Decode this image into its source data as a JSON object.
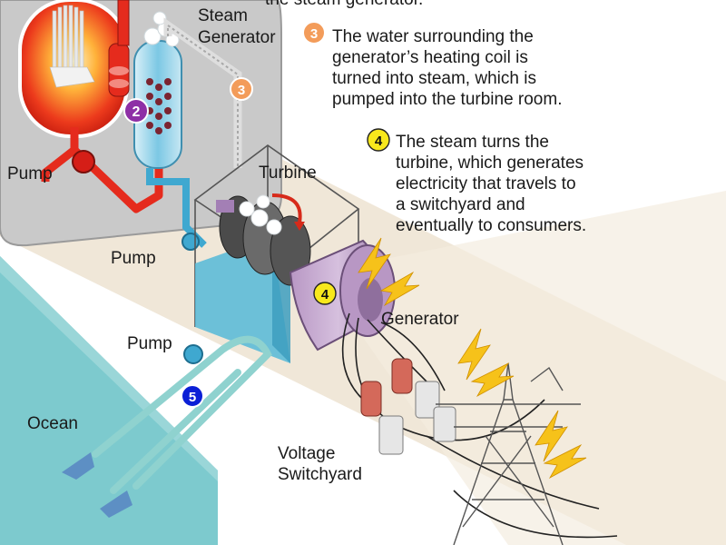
{
  "labels": {
    "steam_generator_line1": "Steam",
    "steam_generator_line2": "Generator",
    "turbine": "Turbine",
    "pump_left": "Pump",
    "pump_middle": "Pump",
    "pump_lower": "Pump",
    "ocean": "Ocean",
    "generator": "Generator",
    "switchyard_line1": "Voltage",
    "switchyard_line2": "Switchyard"
  },
  "steps": {
    "step2": {
      "badge": "2"
    },
    "step3": {
      "badge": "3",
      "line1": "The water surrounding the",
      "line2": "generator’s heating coil is",
      "line3": "turned into steam, which is",
      "line4": "pumped into the turbine room."
    },
    "step4": {
      "badge": "4",
      "line1": "The steam turns the",
      "line2": "turbine, which generates",
      "line3": "electricity that travels to",
      "line4": "a switchyard and",
      "line5": "eventually to consumers."
    },
    "step5": {
      "badge": "5"
    }
  },
  "header_fragment": "the steam generator.",
  "colors": {
    "reactor_red": "#e8321e",
    "water_blue": "#55b8d8",
    "ocean_teal": "#6fc4c9",
    "generator_purple": "#c5a9cf",
    "band_beige": "#f0e7d8",
    "badge_orange": "#f39c5a",
    "badge_purple": "#8e2fa6",
    "badge_yellow": "#f8e81c",
    "badge_blue": "#0b1fd6",
    "spark_yellow": "#f6c21a"
  }
}
